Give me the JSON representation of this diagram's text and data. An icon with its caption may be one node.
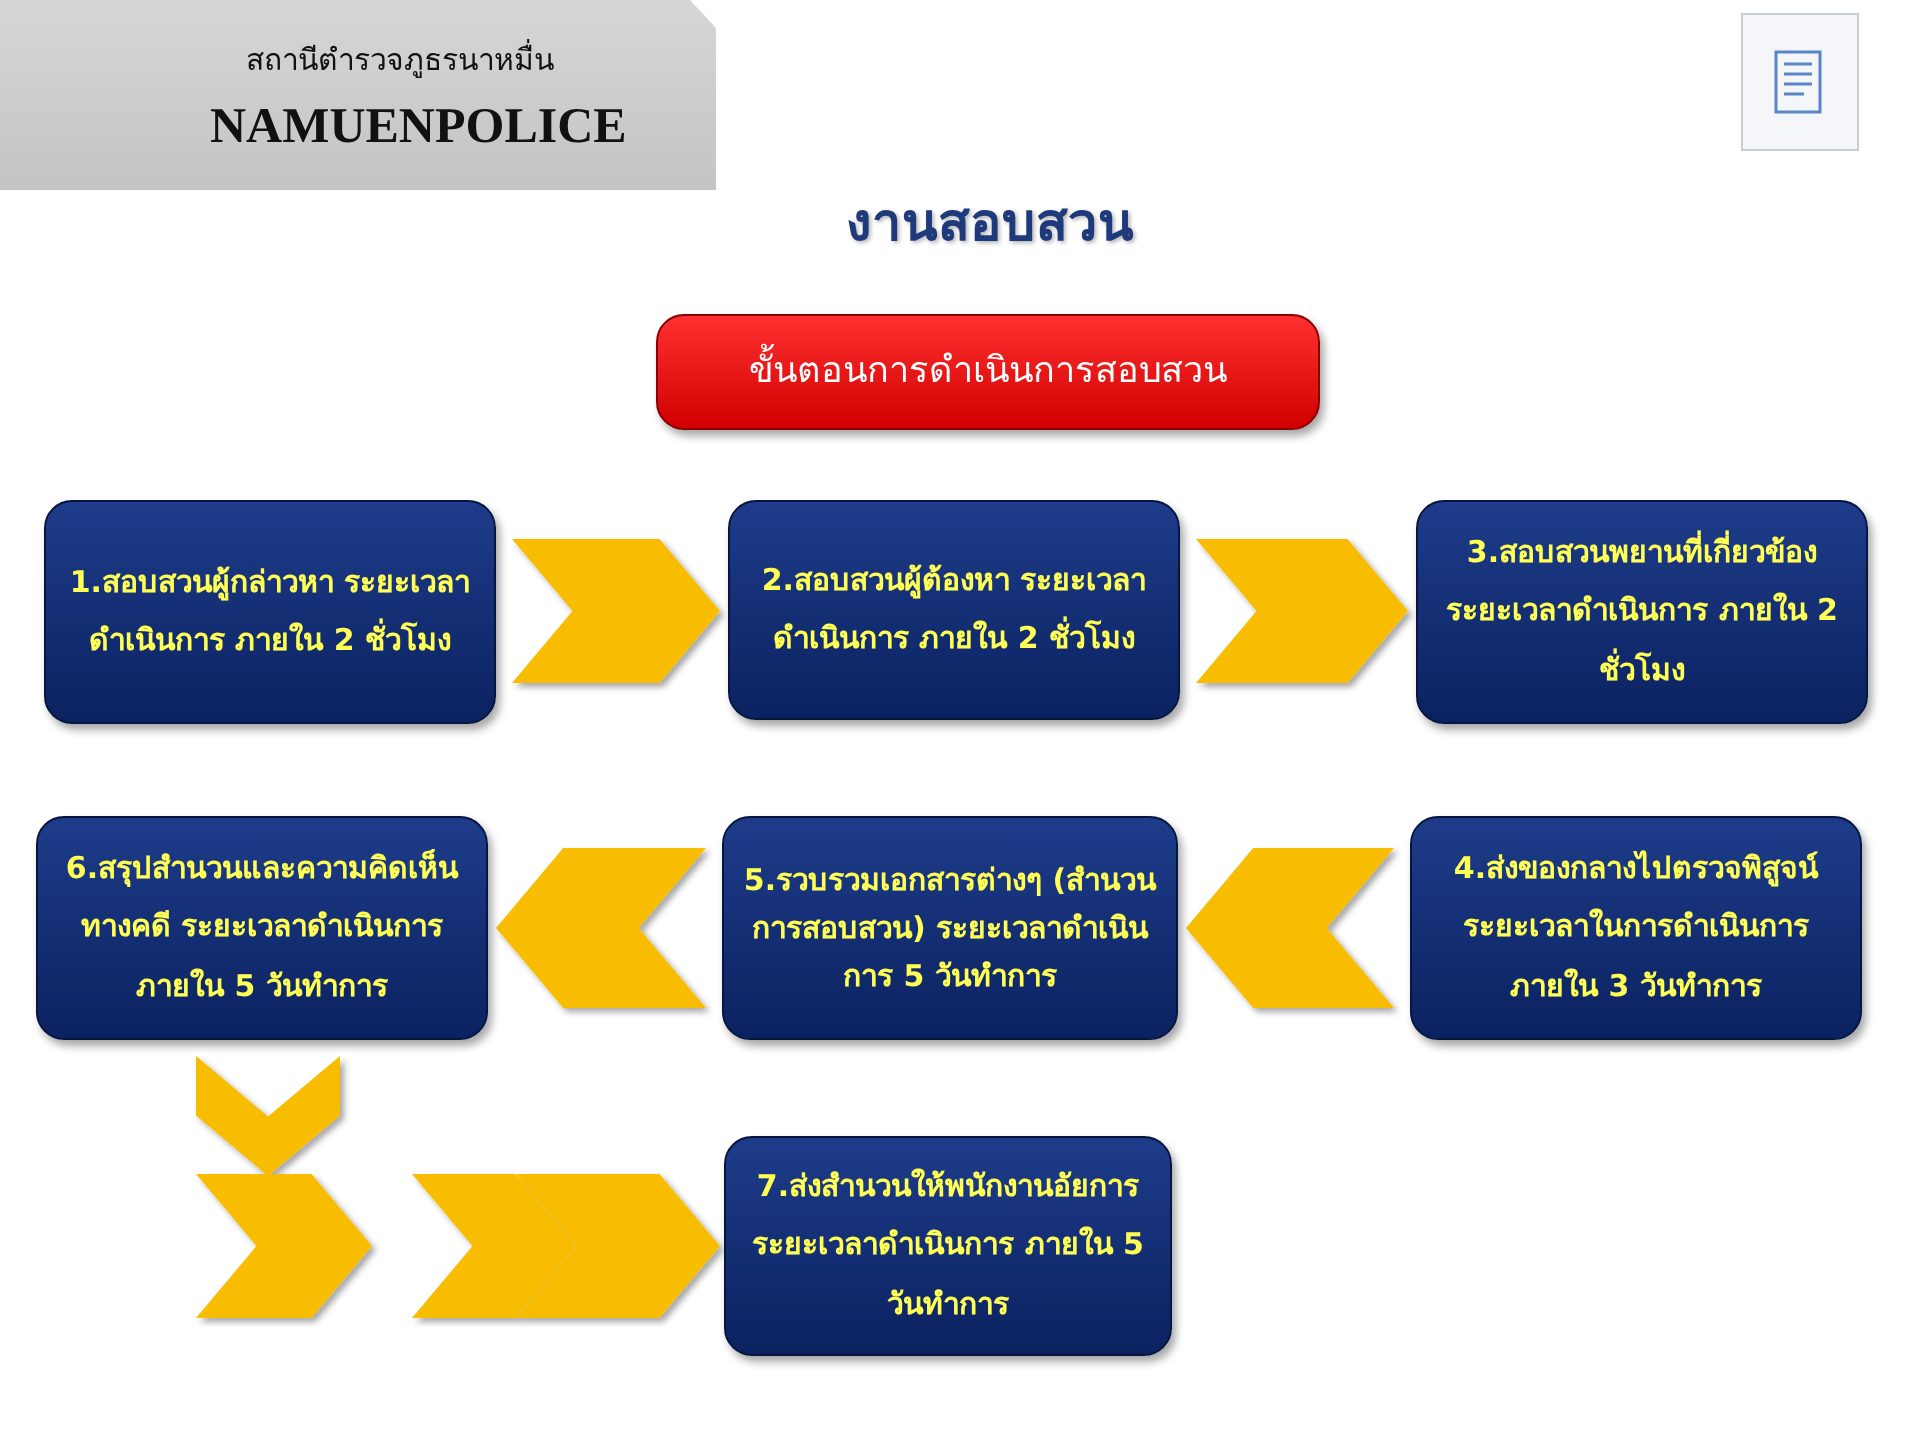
{
  "diagram": {
    "title": "งานสอบสวน",
    "nodes": [
      {
        "text": [
          "ขั้นตอนการดำเนินการสอบสวน"
        ]
      },
      {
        "text": [
          "1.สอบสวนผู้กล่าวหา ระยะเวลาดำเนินการ ภายใน 2 ชั่วโมง"
        ]
      },
      {
        "text": [
          "2.สอบสวนผู้ต้องหา ระยะเวลาดำเนินการ ภายใน 2 ชั่วโมง"
        ]
      },
      {
        "text": [
          "3.สอบสวนพยานที่เกี่ยวข้อง ระยะเวลาดำเนินการ ภายใน 2 ชั่วโมง"
        ]
      },
      {
        "text": [
          "4.ส่งของกลางไปตรวจพิสูจน์ ระยะเวลาในการดำเนินการ ภายใน 3 วันทำการ"
        ]
      },
      {
        "text": [
          "5.รวบรวมเอกสารต่างๆ (สำนวนการสอบสวน) ระยะเวลาดำเนินการ 5 วันทำการ"
        ]
      },
      {
        "text": [
          "6.สรุปสำนวนและความคิดเห็นทางคดี ระยะเวลาดำเนินการ ภายใน 5 วันทำการ"
        ]
      },
      {
        "text": [
          "7.ส่งสำนวนให้พนักงานอัยการ ระยะเวลาดำเนินการ ภายใน 5 วันทำการ"
        ]
      }
    ],
    "edges": [
      {
        "from": 1,
        "to": 2,
        "arrow": "to"
      },
      {
        "from": 2,
        "to": 3,
        "arrow": "to"
      },
      {
        "from": 4,
        "to": 5,
        "arrow": "to"
      },
      {
        "from": 5,
        "to": 6,
        "arrow": "to"
      },
      {
        "from": 6,
        "to": 7,
        "arrow": "to"
      }
    ],
    "labels": [
      "สถานีตำรวจภูธรนาหมื่น",
      "NAMUENPOLICE"
    ]
  }
}
